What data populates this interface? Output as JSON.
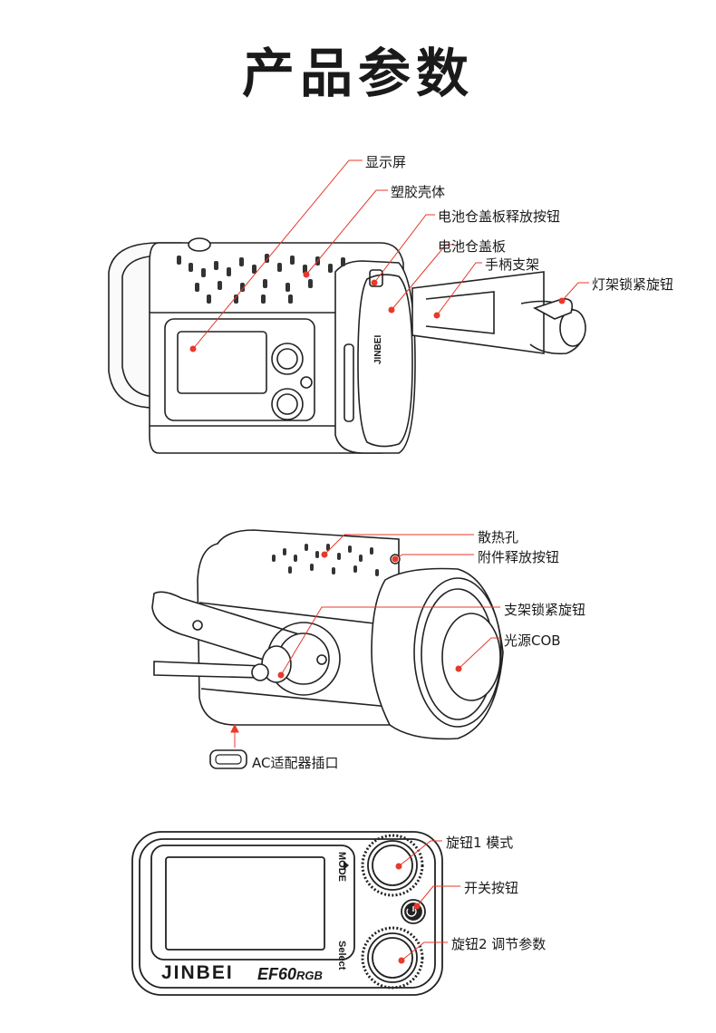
{
  "title": "产品参数",
  "section1": {
    "brand_text": "JINBEI",
    "labels": {
      "display": "显示屏",
      "plastic_shell": "塑胶壳体",
      "battery_cover_release": "电池仓盖板释放按钮",
      "battery_cover": "电池仓盖板",
      "handle_bracket": "手柄支架",
      "stand_lock_knob": "灯架锁紧旋钮"
    }
  },
  "section2": {
    "labels": {
      "vent_holes": "散热孔",
      "accessory_release": "附件释放按钮",
      "bracket_lock_knob": "支架锁紧旋钮",
      "light_source": "光源COB",
      "ac_port": "AC适配器插口"
    }
  },
  "section3": {
    "mode_text": "MODE",
    "select_text": "Select",
    "brand": "JINBEI",
    "model_main": "EF60",
    "model_suffix": "RGB",
    "labels": {
      "knob1": "旋钮1 模式",
      "power_button": "开关按钮",
      "knob2": "旋钮2 调节参数"
    }
  },
  "colors": {
    "leader": "#e8392b",
    "outline": "#222222"
  }
}
